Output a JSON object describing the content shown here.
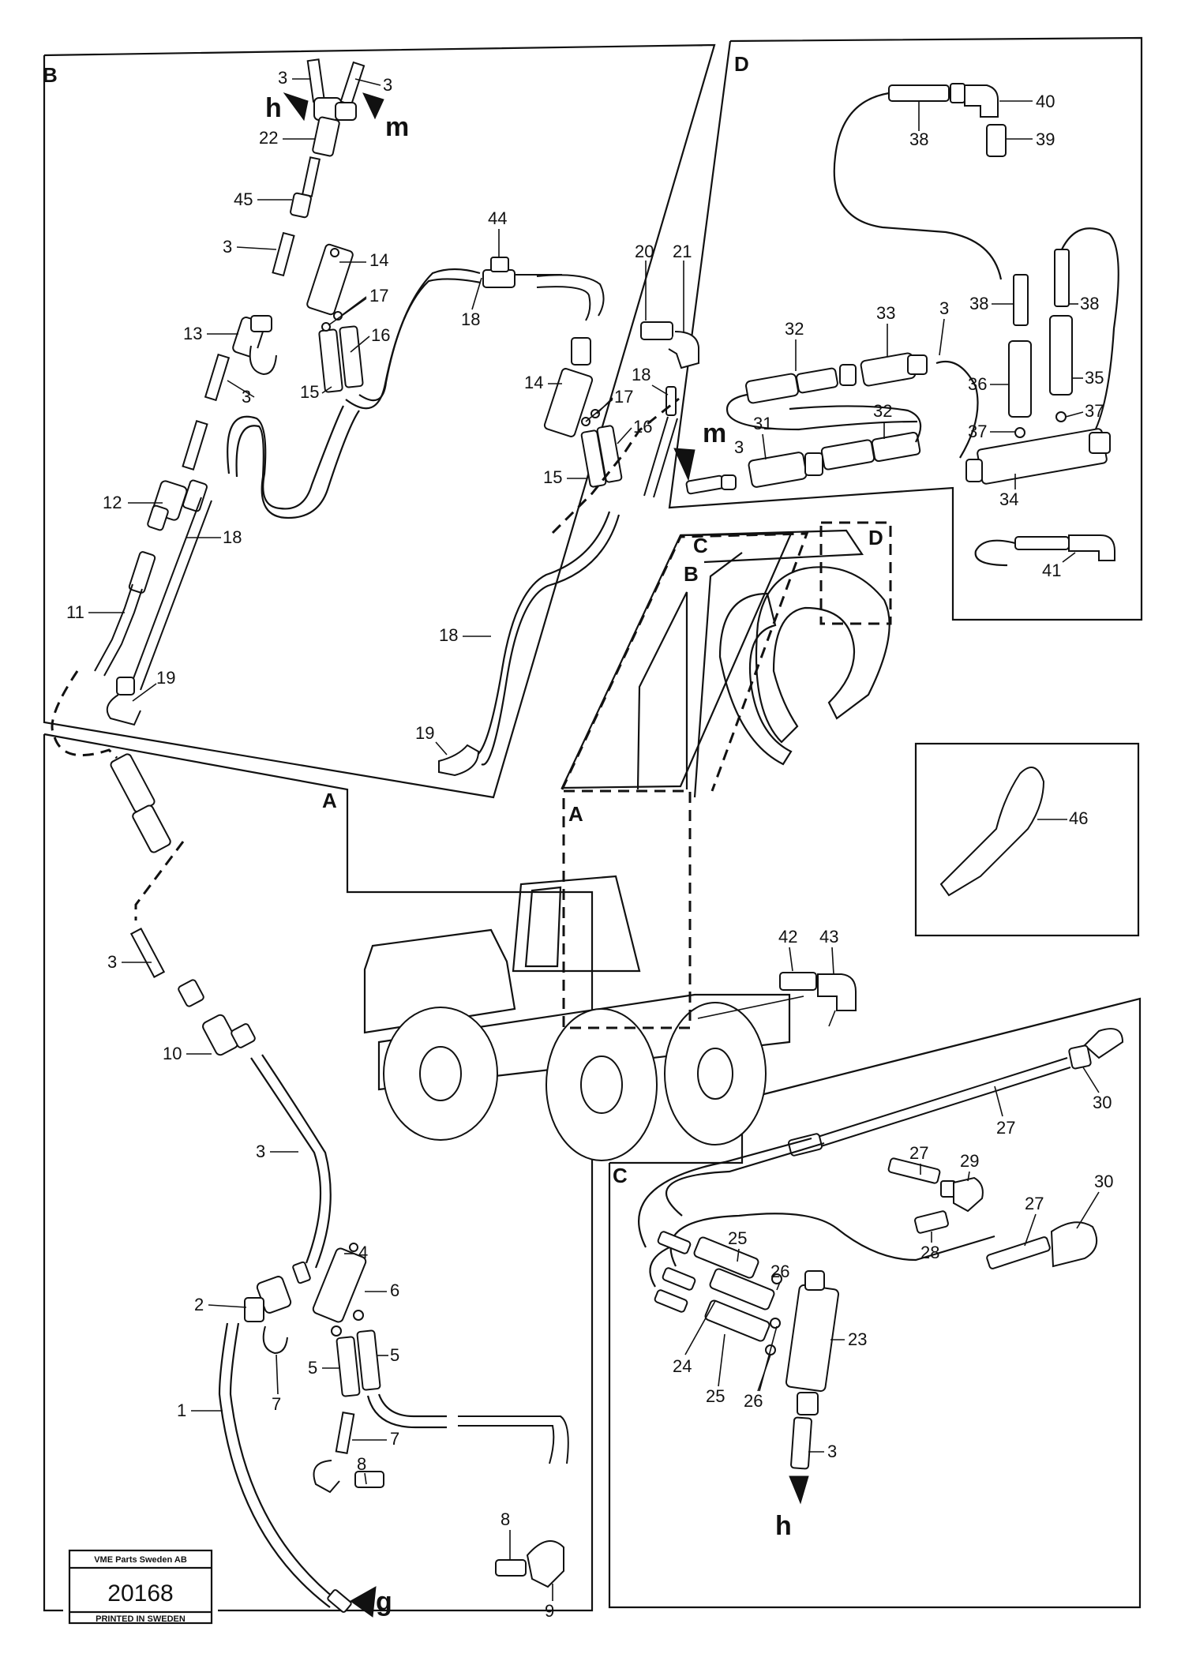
{
  "sections": {
    "A": "A",
    "B": "B",
    "C": "C",
    "D": "D"
  },
  "markers": {
    "h": "h",
    "m": "m",
    "g": "g"
  },
  "stamp": {
    "company": "VME Parts Sweden AB",
    "number": "20168",
    "footer": "PRINTED IN SWEDEN"
  },
  "callouts": {
    "b_3a": "3",
    "b_3b": "3",
    "b_22": "22",
    "b_45": "45",
    "b_3c": "3",
    "b_14a": "14",
    "b_17a": "17",
    "b_13": "13",
    "b_16a": "16",
    "b_15a": "15",
    "b_3d": "3",
    "b_12": "12",
    "b_18a": "18",
    "b_11": "11",
    "b_19a": "19",
    "b_44": "44",
    "b_18b": "18",
    "b_20": "20",
    "b_21": "21",
    "b_14b": "14",
    "b_18c": "18",
    "b_17b": "17",
    "b_16b": "16",
    "b_15b": "15",
    "b_18d": "18",
    "b_19b": "19",
    "d_38a": "38",
    "d_40": "40",
    "d_39": "39",
    "d_32a": "32",
    "d_33": "33",
    "d_3a": "3",
    "d_38b": "38",
    "d_38c": "38",
    "d_36": "36",
    "d_35": "35",
    "d_31": "31",
    "d_32b": "32",
    "d_37a": "37",
    "d_37b": "37",
    "d_3b": "3",
    "d_34": "34",
    "d_41": "41",
    "a_3a": "3",
    "a_10": "10",
    "a_3b": "3",
    "a_4": "4",
    "a_2": "2",
    "a_6": "6",
    "a_5a": "5",
    "a_5b": "5",
    "a_7a": "7",
    "a_1": "1",
    "a_7b": "7",
    "a_8a": "8",
    "a_8b": "8",
    "a_9": "9",
    "c_27a": "27",
    "c_30a": "30",
    "c_27b": "27",
    "c_29": "29",
    "c_30b": "30",
    "c_27c": "27",
    "c_28": "28",
    "c_25a": "25",
    "c_26a": "26",
    "c_23": "23",
    "c_24": "24",
    "c_25b": "25",
    "c_26b": "26",
    "c_3": "3",
    "m_42": "42",
    "m_43": "43",
    "m_46": "46"
  }
}
